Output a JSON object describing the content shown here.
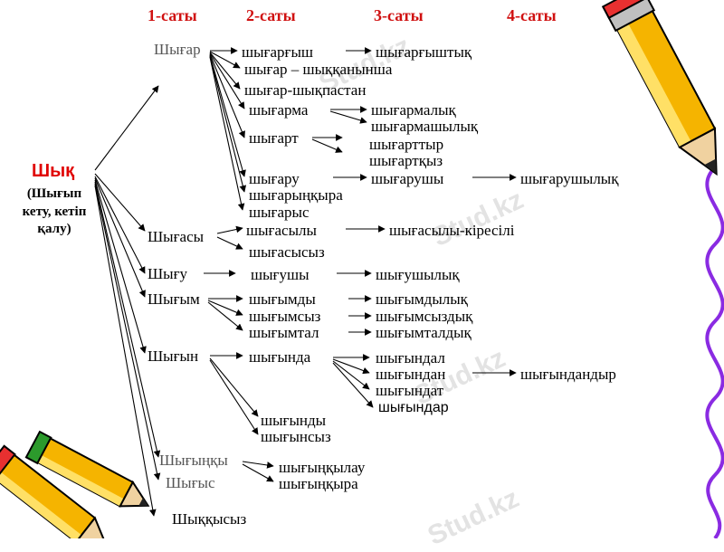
{
  "headers": {
    "level1": "1-саты",
    "level2": "2-саты",
    "level3": "3-саты",
    "level4": "4-саты"
  },
  "root": {
    "word": "Шық",
    "gloss_line1": "(Шығып",
    "gloss_line2": "кету, кетіп",
    "gloss_line3": "қалу)"
  },
  "watermark": "Stud.kz",
  "level1": [
    "Шығар",
    "Шығасы",
    "Шығу",
    "Шығым",
    "Шығын",
    "Шығыңқы",
    "Шығыс",
    "Шыққысыз"
  ],
  "shygar": {
    "children": [
      "шығарғыш",
      "шығар – шыққанынша",
      "шығар-шықпастан",
      "шығарма",
      "шығарт",
      "шығару",
      "шығарыңқыра",
      "шығарыс"
    ],
    "shygargysh_next": "шығарғыштық",
    "shygarma_next": [
      "шығармалық",
      "шығармашылық"
    ],
    "shygart_next": [
      "шығарттыр",
      "шығартқыз"
    ],
    "shygaru_next": "шығарушы",
    "shygarushy_next": "шығарушылық"
  },
  "shygasy": {
    "children": [
      "шығасылы",
      "шығасысыз"
    ],
    "shygasyly_next": "шығасылы-кіресілі"
  },
  "shygu": {
    "children": [
      "шығушы"
    ],
    "shygushy_next": "шығушылық"
  },
  "shygym": {
    "children": [
      "шығымды",
      "шығымсыз",
      "шығымтал"
    ],
    "next": [
      "шығымдылық",
      "шығымсыздық",
      "шығымталдық"
    ]
  },
  "shygyn": {
    "children": [
      "шығында",
      "шығынды",
      "шығынсыз"
    ],
    "shygynda_next": [
      "шығындал",
      "шығындан",
      "шығындат",
      "шығындар"
    ],
    "shygyndan_next": "шығындандыр"
  },
  "shygyngky": {
    "children": [
      "шығыңқылау",
      "шығыңқыра"
    ]
  },
  "colors": {
    "header": "#d01010",
    "root": "#e00000",
    "watermark": "#e3e3e3",
    "text": "#000000"
  }
}
